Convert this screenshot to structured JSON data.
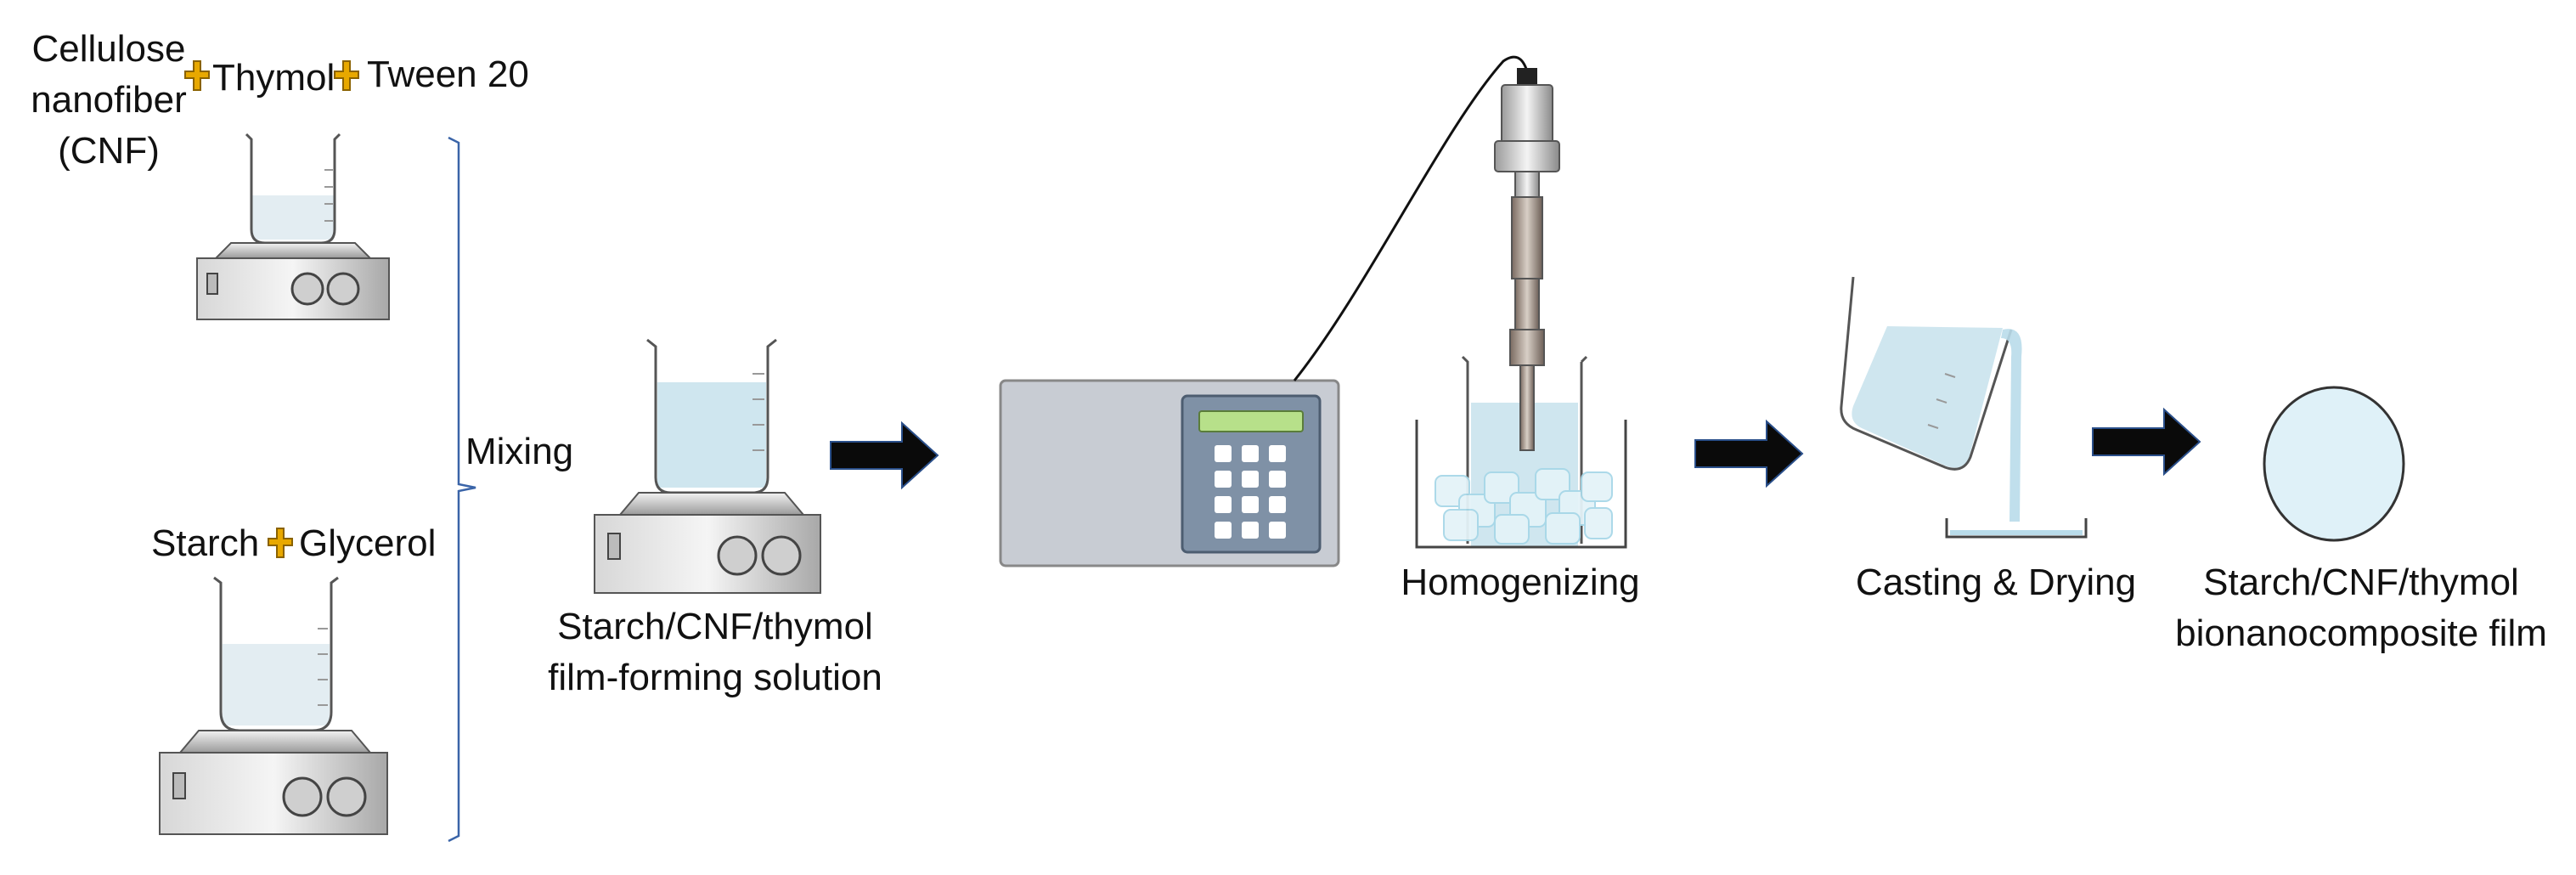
{
  "colors": {
    "liquid": "#cfe6ef",
    "glass_outline": "#555555",
    "plus": "#e8a800",
    "arrow": "#0a0a0a",
    "device": "#c8ccd3",
    "keypad_panel": "#7f91a6",
    "display": "#b7e08a",
    "bracket": "#3a64a8"
  },
  "icons": [
    "beaker-icon",
    "hot-plate-icon",
    "plus-icon",
    "arrow-right-icon",
    "homogenizer-control-unit-icon",
    "ultrasonic-probe-icon",
    "ice-bath-icon",
    "pouring-beaker-icon",
    "casting-tray-icon",
    "film-disc-icon"
  ],
  "labels": {
    "cnf_line1": "Cellulose",
    "cnf_line2": "nanofiber",
    "cnf_line3": "(CNF)",
    "thymol": "Thymol",
    "tween": "Tween 20",
    "starch": "Starch",
    "glycerol": "Glycerol",
    "mixing": "Mixing",
    "solution_line1": "Starch/CNF/thymol",
    "solution_line2": "film-forming solution",
    "homogenizing": "Homogenizing",
    "casting": "Casting & Drying",
    "film_line1": "Starch/CNF/thymol",
    "film_line2": "bionanocomposite film"
  }
}
